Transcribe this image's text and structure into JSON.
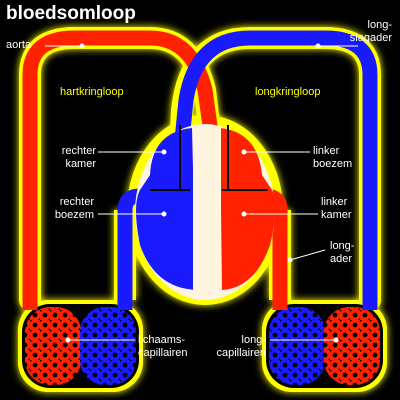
{
  "title": "bloedsomloop",
  "colors": {
    "oxygen_rich": "#ff2200",
    "oxygen_poor": "#1a1aff",
    "glow": "#ffff00",
    "heart_wall": "#fff4e0",
    "label_text": "#ffffff",
    "background": "#000000"
  },
  "loops": {
    "body": "hartkringloop",
    "lung": "longkringloop"
  },
  "labels": {
    "aorta": "aorta",
    "long_slagader_1": "long-",
    "long_slagader_2": "slagader",
    "rechter_kamer_1": "rechter",
    "rechter_kamer_2": "kamer",
    "rechter_boezem_1": "rechter",
    "rechter_boezem_2": "boezem",
    "linker_boezem_1": "linker",
    "linker_boezem_2": "boezem",
    "linker_kamer_1": "linker",
    "linker_kamer_2": "kamer",
    "long_ader_1": "long-",
    "long_ader_2": "ader",
    "lichaams_1": "lichaams-",
    "lichaams_2": "capillairen",
    "longcap_1": "long-",
    "longcap_2": "capillairen"
  }
}
